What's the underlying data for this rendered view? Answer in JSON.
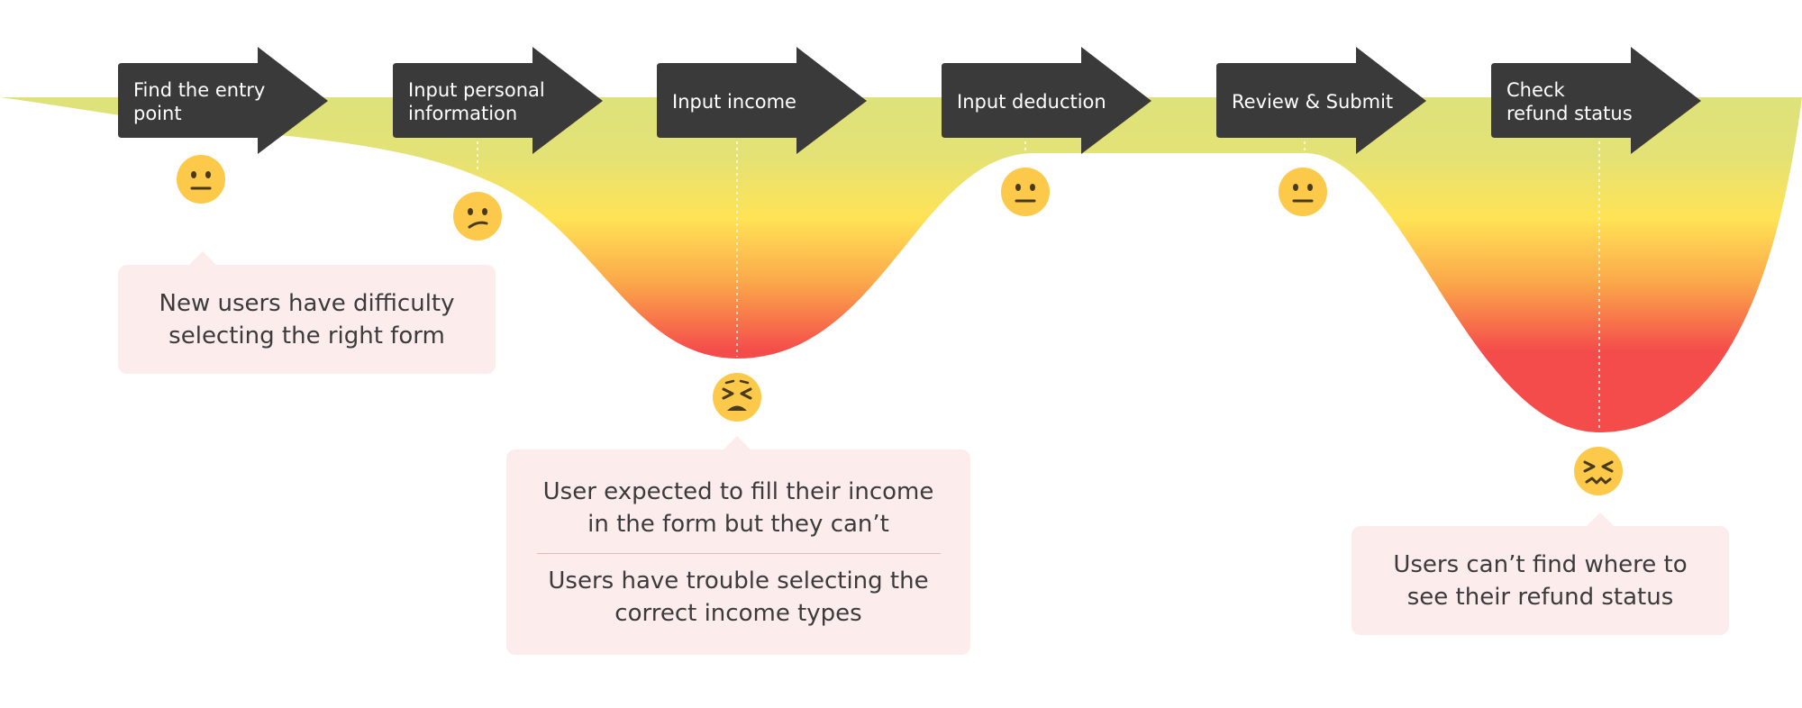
{
  "steps": [
    {
      "lines": [
        "Find the entry",
        "point"
      ]
    },
    {
      "lines": [
        "Input personal",
        "information"
      ]
    },
    {
      "lines": [
        "Input income"
      ]
    },
    {
      "lines": [
        "Input deduction"
      ]
    },
    {
      "lines": [
        "Review & Submit"
      ]
    },
    {
      "lines": [
        "Check",
        "refund status"
      ]
    }
  ],
  "emotions": [
    {
      "step": 0,
      "mood": "neutral",
      "icon": "neutral-face-icon"
    },
    {
      "step": 1,
      "mood": "confused",
      "icon": "confused-face-icon"
    },
    {
      "step": 2,
      "mood": "frustrated",
      "icon": "persevering-face-icon"
    },
    {
      "step": 3,
      "mood": "neutral",
      "icon": "neutral-face-icon"
    },
    {
      "step": 4,
      "mood": "neutral",
      "icon": "neutral-face-icon"
    },
    {
      "step": 5,
      "mood": "distressed",
      "icon": "confounded-face-icon"
    }
  ],
  "pain_points": [
    {
      "step": 0,
      "lines": [
        "New users have difficulty",
        "selecting the right form"
      ]
    },
    {
      "step": 2,
      "lines": [
        "User expected to fill their income",
        "in the form but they can’t"
      ]
    },
    {
      "step": 2,
      "lines": [
        "Users have trouble selecting the",
        "correct income types"
      ]
    },
    {
      "step": 5,
      "lines": [
        "Users can’t find where to",
        "see their refund status"
      ]
    }
  ],
  "colors": {
    "arrow": "#3a3a3a",
    "flow_top": "#dde27a",
    "flow_mid": "#ffe356",
    "flow_warm": "#fba94a",
    "flow_hot": "#f44b4b",
    "face": "#fcc94a",
    "callout_bg": "#fdecec"
  }
}
